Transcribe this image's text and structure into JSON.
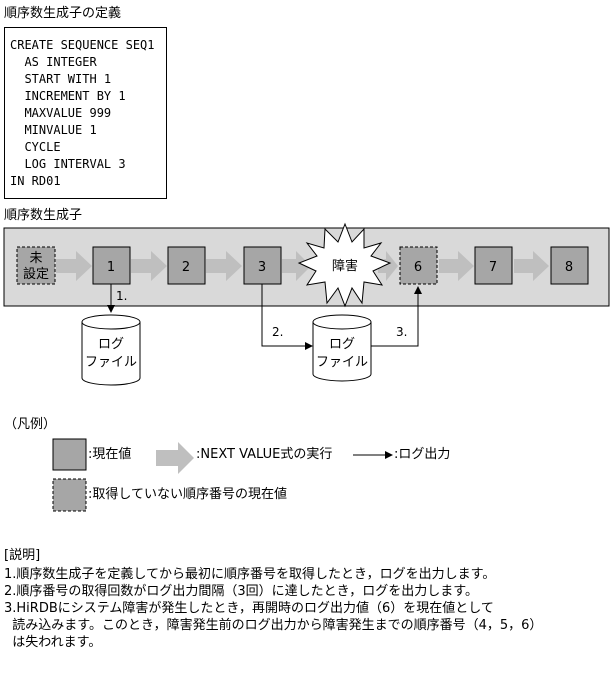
{
  "definition_title": "順序数生成子の定義",
  "sql_lines": [
    "CREATE SEQUENCE SEQ1",
    "  AS INTEGER",
    "  START WITH 1",
    "  INCREMENT BY 1",
    "  MAXVALUE 999",
    "  MINVALUE 1",
    "  CYCLE",
    "  LOG INTERVAL 3",
    "IN RD01"
  ],
  "generator_title": "順序数生成子",
  "unset_label": [
    "未",
    "設定"
  ],
  "values": [
    "1",
    "2",
    "3",
    "6",
    "7",
    "8"
  ],
  "failure_label": "障害",
  "log_file_label": [
    "ログ",
    "ファイル"
  ],
  "step_labels": [
    "1.",
    "2.",
    "3."
  ],
  "legend": {
    "title": "（凡例）",
    "current_value": ":現在値",
    "next_value": ":NEXT VALUE式の実行",
    "log_output": ":ログ出力",
    "unacquired": ":取得していない順序番号の現在値"
  },
  "explanation": {
    "title": "[説明]",
    "lines": [
      "1.順序数生成子を定義してから最初に順序番号を取得したとき，ログを出力します。",
      "2.順序番号の取得回数がログ出力間隔（3回）に達したとき，ログを出力します。",
      "3.HiRDBにシステム障害が発生したとき，再開時のログ出力値（6）を現在値として",
      "  読み込みます。このとき，障害発生前のログ出力から障害発生までの順序番号（4，5，6）",
      "  は失われます。"
    ]
  },
  "colors": {
    "panel": "#d9d9d9",
    "box": "#a6a6a6",
    "arrow": "#bfbfbf"
  }
}
